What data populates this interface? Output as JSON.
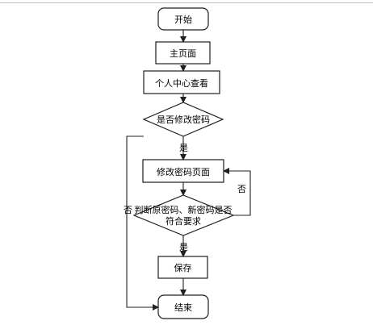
{
  "flowchart": {
    "nodes": {
      "start": "开始",
      "home": "主页面",
      "personal_center": "个人中心查看",
      "decision_change_password": "是否修改密码",
      "change_password_page": "修改密码页面",
      "decision_validate_line1": "判断原密码、新密码是否",
      "decision_validate_line2": "符合要求",
      "save": "保存",
      "end": "结束"
    },
    "edges": {
      "yes_label_1": "是",
      "no_label_1": "否",
      "no_label_2": "否",
      "yes_label_2": "是"
    }
  },
  "colors": {
    "stroke": "#1f1f1f",
    "fill": "#ffffff"
  }
}
